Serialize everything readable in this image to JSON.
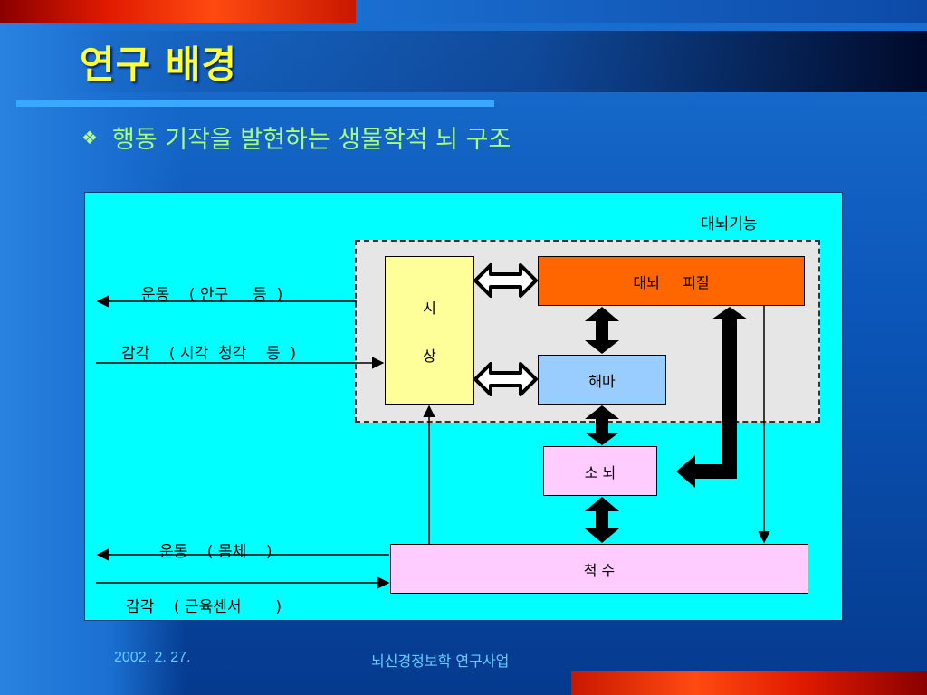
{
  "slide": {
    "title": "연구 배경",
    "subtitle": "행동 기작을 발현하는 생물학적 뇌 구조",
    "bullet_icon": "diamond-bullet-icon"
  },
  "diagram": {
    "region_label": "대뇌기능",
    "boxes": {
      "thalamus_char1": "시",
      "thalamus_char2": "상",
      "cortex": "대뇌     피질",
      "hippocampus": "해마",
      "cerebellum": "소 뇌",
      "spinal_cord": "척 수"
    },
    "io_labels": {
      "motor_eye": "운동    ( 안구     등  )",
      "sense_visual": "감각    ( 시각  청각    등  )",
      "motor_body": "운동    ( 몸체    )",
      "sense_muscle": "감각    ( 근육센서       )"
    }
  },
  "footer": {
    "date": "2002. 2. 27.",
    "org": "뇌신경정보학 연구사업"
  },
  "colors": {
    "title": "#ffff33",
    "subtitle": "#a6ff7a",
    "diagram_bg": "#00ffff",
    "cortex": "#ff6600",
    "thalamus": "#ffff99",
    "hippocampus": "#99ccff",
    "cerebellum_spinal": "#ffccff"
  }
}
